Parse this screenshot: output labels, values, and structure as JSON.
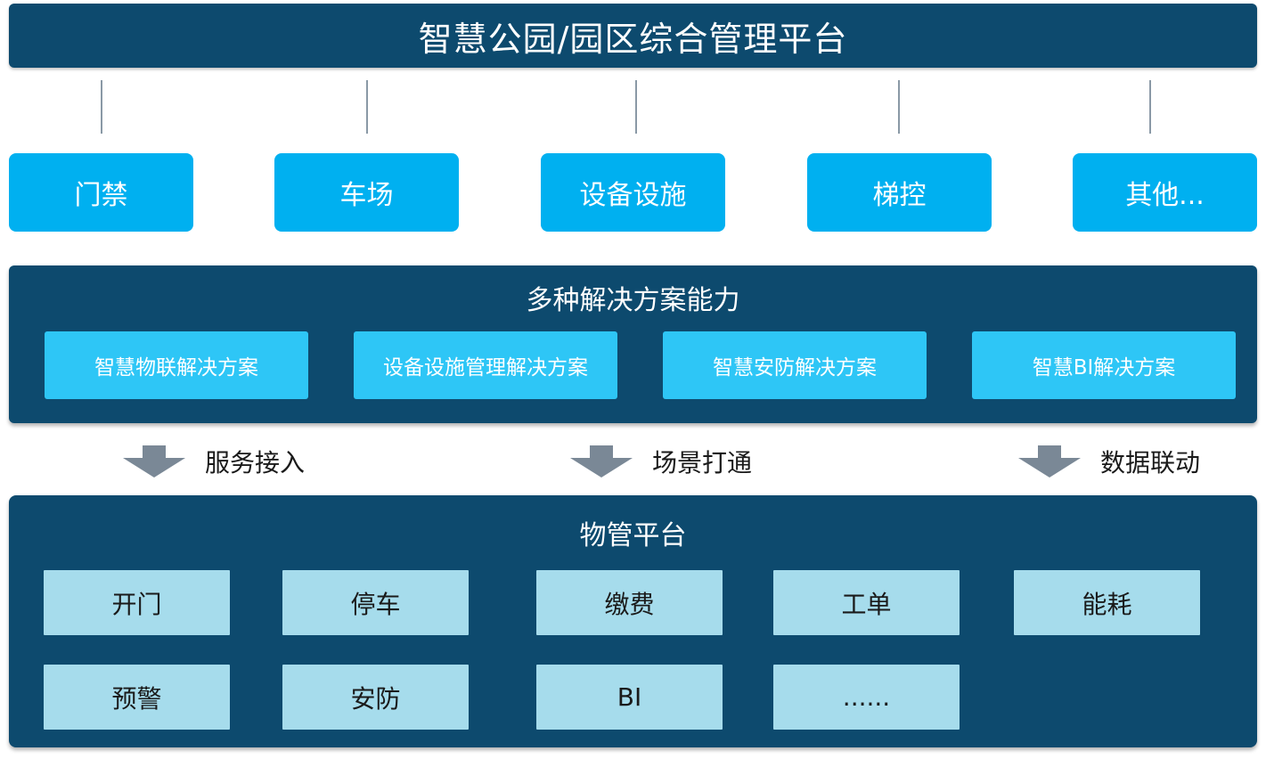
{
  "header": {
    "title": "智慧公园/园区综合管理平台"
  },
  "modules": [
    {
      "label": "门禁"
    },
    {
      "label": "车场"
    },
    {
      "label": "设备设施"
    },
    {
      "label": "梯控"
    },
    {
      "label": "其他..."
    }
  ],
  "solutions": {
    "title": "多种解决方案能力",
    "items": [
      {
        "label": "智慧物联解决方案"
      },
      {
        "label": "设备设施管理解决方案"
      },
      {
        "label": "智慧安防解决方案"
      },
      {
        "label": "智慧BI解决方案"
      }
    ]
  },
  "flows": [
    {
      "label": "服务接入"
    },
    {
      "label": "场景打通"
    },
    {
      "label": "数据联动"
    }
  ],
  "platform": {
    "title": "物管平台",
    "row1": [
      {
        "label": "开门"
      },
      {
        "label": "停车"
      },
      {
        "label": "缴费"
      },
      {
        "label": "工单"
      },
      {
        "label": "能耗"
      }
    ],
    "row2": [
      {
        "label": "预警"
      },
      {
        "label": "安防"
      },
      {
        "label": "BI"
      },
      {
        "label": "......"
      }
    ]
  },
  "colors": {
    "dark_panel": "#0d4a6e",
    "module_blue": "#00b0f0",
    "solution_blue": "#2ec6f6",
    "platform_light": "#a6dcec",
    "arrow_gray": "#7a8896"
  }
}
